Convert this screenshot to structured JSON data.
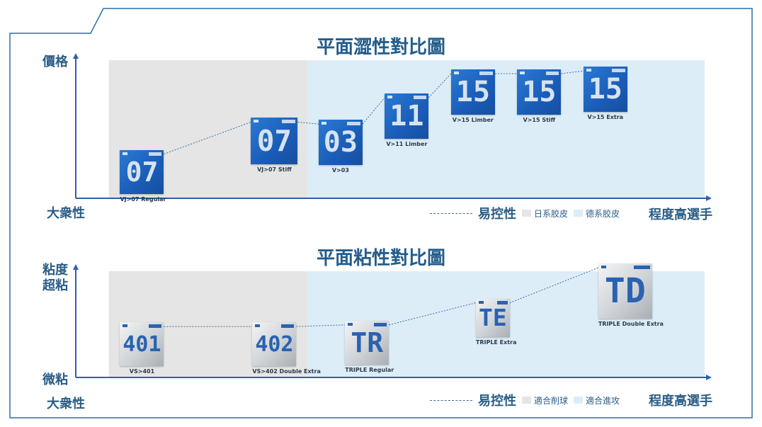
{
  "colors": {
    "frame": "#2c6fa6",
    "region_japanese": "#e5e5e5",
    "region_german": "#dcedf8",
    "axis": "#2f5fb0",
    "trend_line": "#3f6b98",
    "rubber_blue": "#1f6cc8",
    "rubber_silver": "#c8ccd0"
  },
  "chart_data": [
    {
      "type": "line",
      "title": "平面澀性對比圖",
      "ylabel": "價格",
      "xlabel_left": "大衆性",
      "xlabel_right": "程度高選手",
      "legend": {
        "line_label": "易控性",
        "items": [
          {
            "label": "日系胶皮",
            "color": "#e5e5e5"
          },
          {
            "label": "德系胶皮",
            "color": "#dcedf8"
          }
        ]
      },
      "regions": [
        {
          "label": "日系胶皮",
          "from": 0.5,
          "to": 3.5
        },
        {
          "label": "德系胶皮",
          "from": 3.5,
          "to": 9.5
        }
      ],
      "points": [
        {
          "name": "VJ>07 Regular",
          "logo_text": "07",
          "x": 1,
          "y": 1.0,
          "style": "blue"
        },
        {
          "name": "VJ>07 Stiff",
          "logo_text": "07",
          "x": 3,
          "y": 2.15,
          "style": "blue"
        },
        {
          "name": "V>03",
          "logo_text": "03",
          "x": 4,
          "y": 2.1,
          "style": "blue"
        },
        {
          "name": "V>11 Limber",
          "logo_text": "11",
          "x": 5,
          "y": 3.1,
          "style": "blue"
        },
        {
          "name": "V>15 Limber",
          "logo_text": "15",
          "x": 6,
          "y": 4.0,
          "style": "blue"
        },
        {
          "name": "V>15 Stiff",
          "logo_text": "15",
          "x": 7,
          "y": 4.0,
          "style": "blue"
        },
        {
          "name": "V>15 Extra",
          "logo_text": "15",
          "x": 8,
          "y": 4.1,
          "style": "blue"
        }
      ],
      "xlim": [
        0,
        9.5
      ],
      "ylim": [
        0,
        5.2
      ],
      "grid": false
    },
    {
      "type": "line",
      "title": "平面粘性對比圖",
      "ylabel_top_1": "粘度",
      "ylabel_top_2": "超粘",
      "ylabel_bottom": "微粘",
      "xlabel_left": "大衆性",
      "xlabel_right": "程度高選手",
      "legend": {
        "line_label": "易控性",
        "items": [
          {
            "label": "適合削球",
            "color": "#e5e5e5"
          },
          {
            "label": "適合進攻",
            "color": "#dcedf8"
          }
        ]
      },
      "regions": [
        {
          "label": "適合削球",
          "from": 0.5,
          "to": 3.5
        },
        {
          "label": "適合進攻",
          "from": 3.5,
          "to": 9.5
        }
      ],
      "points": [
        {
          "name": "VS>401",
          "logo_text": "401",
          "x": 1,
          "y": 1.0,
          "style": "silver"
        },
        {
          "name": "VS>402 Double Extra",
          "logo_text": "402",
          "x": 3,
          "y": 1.0,
          "style": "silver"
        },
        {
          "name": "TRIPLE Regular",
          "logo_text": "TR",
          "x": 4.4,
          "y": 1.05,
          "style": "silver"
        },
        {
          "name": "TRIPLE Extra",
          "logo_text": "TE",
          "x": 6.3,
          "y": 1.8,
          "style": "silver"
        },
        {
          "name": "TRIPLE Double Extra",
          "logo_text": "TD",
          "x": 8.3,
          "y": 2.6,
          "style": "silver"
        }
      ],
      "xlim": [
        0,
        9.5
      ],
      "ylim": [
        0,
        3.2
      ],
      "grid": false
    }
  ]
}
